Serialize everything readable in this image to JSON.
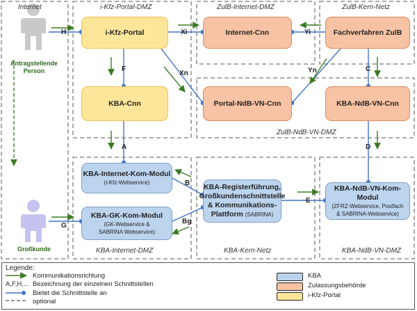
{
  "zones": {
    "internet": "Internet",
    "ikfz_dmz": "i-Kfz-Portal-DMZ",
    "zulb_internet_dmz": "ZulB-Internet-DMZ",
    "zulb_kern": "ZulB-Kern-Netz",
    "zulb_ndb": "ZulB-NdB-VN-DMZ",
    "kba_internet_dmz": "KBA-Internet-DMZ",
    "kba_kern": "KBA-Kern-Netz",
    "kba_ndb": "KBA-NdB-VN-DMZ"
  },
  "persons": {
    "antragsteller": [
      "Antragstellende",
      "Person"
    ],
    "grosskunde": "Großkunde"
  },
  "boxes": {
    "ikfz_portal": {
      "title": "i-Kfz-Portal"
    },
    "internet_cnn": {
      "title": "Internet-Cnn"
    },
    "fachverfahren": {
      "title": "Fachverfahren ZulB"
    },
    "kba_cnn": {
      "title": "KBA-Cnn"
    },
    "portal_ndb": {
      "title": "Portal-NdB-VN-Cnn"
    },
    "kba_ndb_cnn": {
      "title": "KBA-NdB-VN-Cnn"
    },
    "kba_internet_kom": {
      "title": "KBA-Internet-Kom-Modul",
      "sub": "(i-Kfz-Webservice)"
    },
    "kba_gk_kom": {
      "title": "KBA-GK-Kom-Modul",
      "sub": [
        "(GK-Webservice &",
        "SABRINA Webservice)"
      ]
    },
    "kba_register": {
      "title": [
        "KBA-Registerführung,",
        "Großkundenschnittstelle",
        "& Kommunikations-"
      ],
      "title_last": "Plattform",
      "title_suffix": "(SABRINA)"
    },
    "kba_ndb_kom": {
      "title": "KBA-NdB-VN-Kom-Modul",
      "sub": [
        "(ZFRZ-Webservice, Postfach",
        "& SABRINA-Webservice)"
      ]
    }
  },
  "interfaces": {
    "H": "H",
    "Xi": "Xi",
    "Yi": "Yi",
    "F": "F",
    "Xn": "Xn",
    "Yn": "Yn",
    "C": "C",
    "A": "A",
    "D": "D",
    "B": "B",
    "E": "E",
    "G": "G",
    "Bg": "Bg"
  },
  "legend": {
    "title": "Legende:",
    "arrow": "Kommunikationsrichtung",
    "letters_symbol": "A,F,H,...",
    "letters": "Bezeichnung der einzelnen Schnittstellen",
    "dot": "Bietet die Schnittstelle an",
    "dashed": "optional",
    "kba": "KBA",
    "zulb": "Zulassungsbehörde",
    "portal": "i-Kfz-Portal"
  },
  "colors": {
    "arrow_green": "#3c7a24",
    "connector_blue": "#3f74c8",
    "kba_fill": "#bcd4ee",
    "zulb_fill": "#f7c3a4",
    "portal_fill": "#fde69a"
  }
}
